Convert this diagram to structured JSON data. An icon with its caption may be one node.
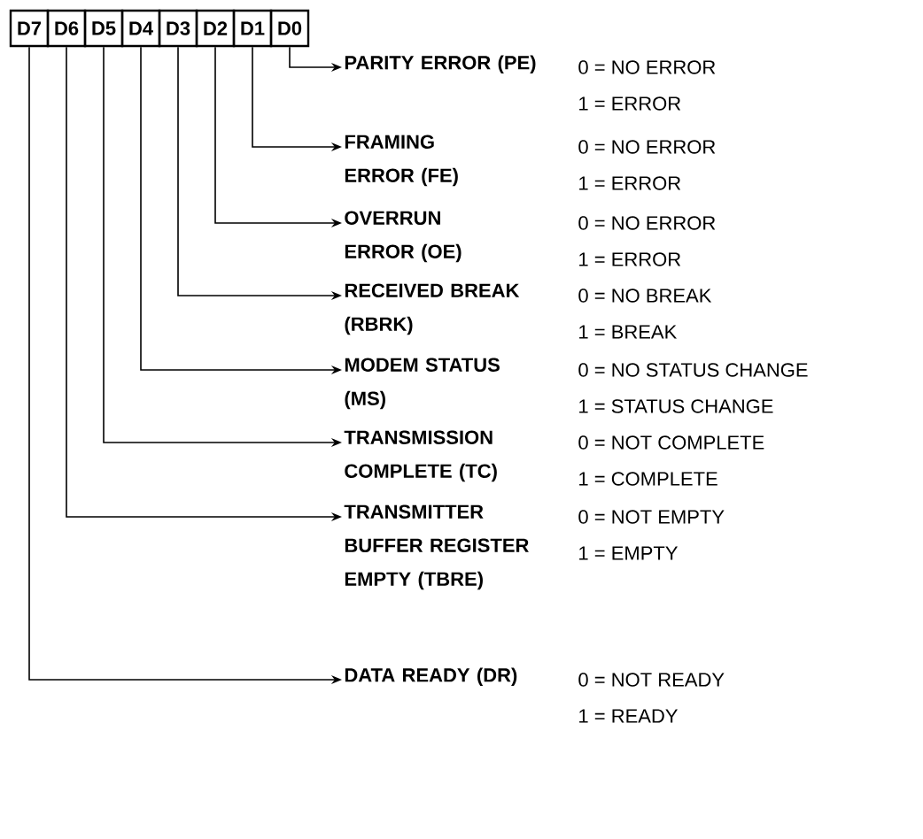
{
  "diagram": {
    "nodes": [
      {
        "text": [
          "D7"
        ]
      },
      {
        "text": [
          "D6"
        ]
      },
      {
        "text": [
          "D5"
        ]
      },
      {
        "text": [
          "D4"
        ]
      },
      {
        "text": [
          "D3"
        ]
      },
      {
        "text": [
          "D2"
        ]
      },
      {
        "text": [
          "D1"
        ]
      },
      {
        "text": [
          "D0"
        ]
      },
      {
        "text": [
          "PARITY ERROR (PE)"
        ],
        "beside": [
          "0 = NO ERROR",
          "1 = ERROR"
        ]
      },
      {
        "text": [
          "FRAMING ERROR (FE)"
        ],
        "beside": [
          "0 = NO ERROR",
          "1 = ERROR"
        ]
      },
      {
        "text": [
          "OVERRUN ERROR (OE)"
        ],
        "beside": [
          "0 = NO ERROR",
          "1 = ERROR"
        ]
      },
      {
        "text": [
          "RECEIVED BREAK (RBRK)"
        ],
        "beside": [
          "0 = NO BREAK",
          "1 = BREAK"
        ]
      },
      {
        "text": [
          "MODEM STATUS (MS)"
        ],
        "beside": [
          "0 = NO STATUS CHANGE",
          "1 = STATUS CHANGE"
        ]
      },
      {
        "text": [
          "TRANSMISSION COMPLETE (TC)"
        ],
        "beside": [
          "0 = NOT COMPLETE",
          "1 = COMPLETE"
        ]
      },
      {
        "text": [
          "TRANSMITTER BUFFER REGISTER EMPTY (TBRE)"
        ],
        "beside": [
          "0 = NOT EMPTY",
          "1 = EMPTY"
        ]
      },
      {
        "text": [
          "DATA READY (DR)"
        ],
        "beside": [
          "0 = NOT READY",
          "1 = READY"
        ]
      }
    ],
    "edges": [
      {
        "from": 7,
        "to": 8,
        "arrow": "to"
      },
      {
        "from": 6,
        "to": 9,
        "arrow": "to"
      },
      {
        "from": 5,
        "to": 10,
        "arrow": "to"
      },
      {
        "from": 4,
        "to": 11,
        "arrow": "to"
      },
      {
        "from": 3,
        "to": 12,
        "arrow": "to"
      },
      {
        "from": 2,
        "to": 13,
        "arrow": "to"
      },
      {
        "from": 1,
        "to": 14,
        "arrow": "to"
      },
      {
        "from": 0,
        "to": 15,
        "arrow": "to"
      }
    ]
  }
}
